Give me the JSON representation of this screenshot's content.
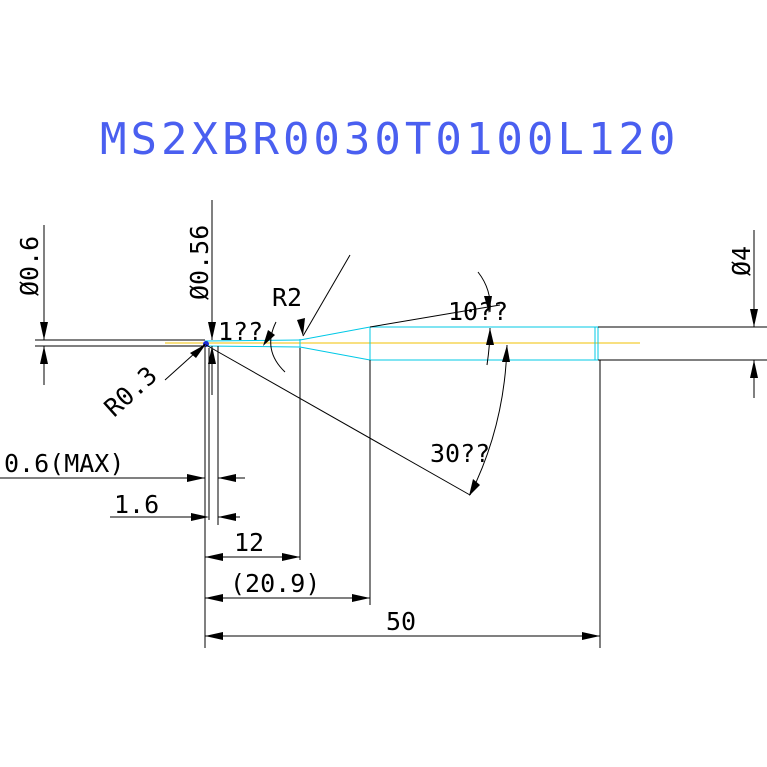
{
  "title": "MS2XBR0030T0100L120",
  "dimensions": {
    "d_0_6": "Ø0.6",
    "d_0_56": "Ø0.56",
    "d_4": "Ø4",
    "r_2": "R2",
    "r_0_3": "R0.3",
    "angle_1": "1??",
    "angle_10": "10??",
    "angle_30": "30??",
    "len_0_6_max": "0.6(MAX)",
    "len_1_6": "1.6",
    "len_12": "12",
    "len_20_9": "(20.9)",
    "len_50": "50"
  },
  "colors": {
    "title": "#4a5ff0",
    "lines": "#000000",
    "profile": "#00c8e6",
    "centerline": "#f2c200",
    "tip": "#1a2bd8"
  }
}
